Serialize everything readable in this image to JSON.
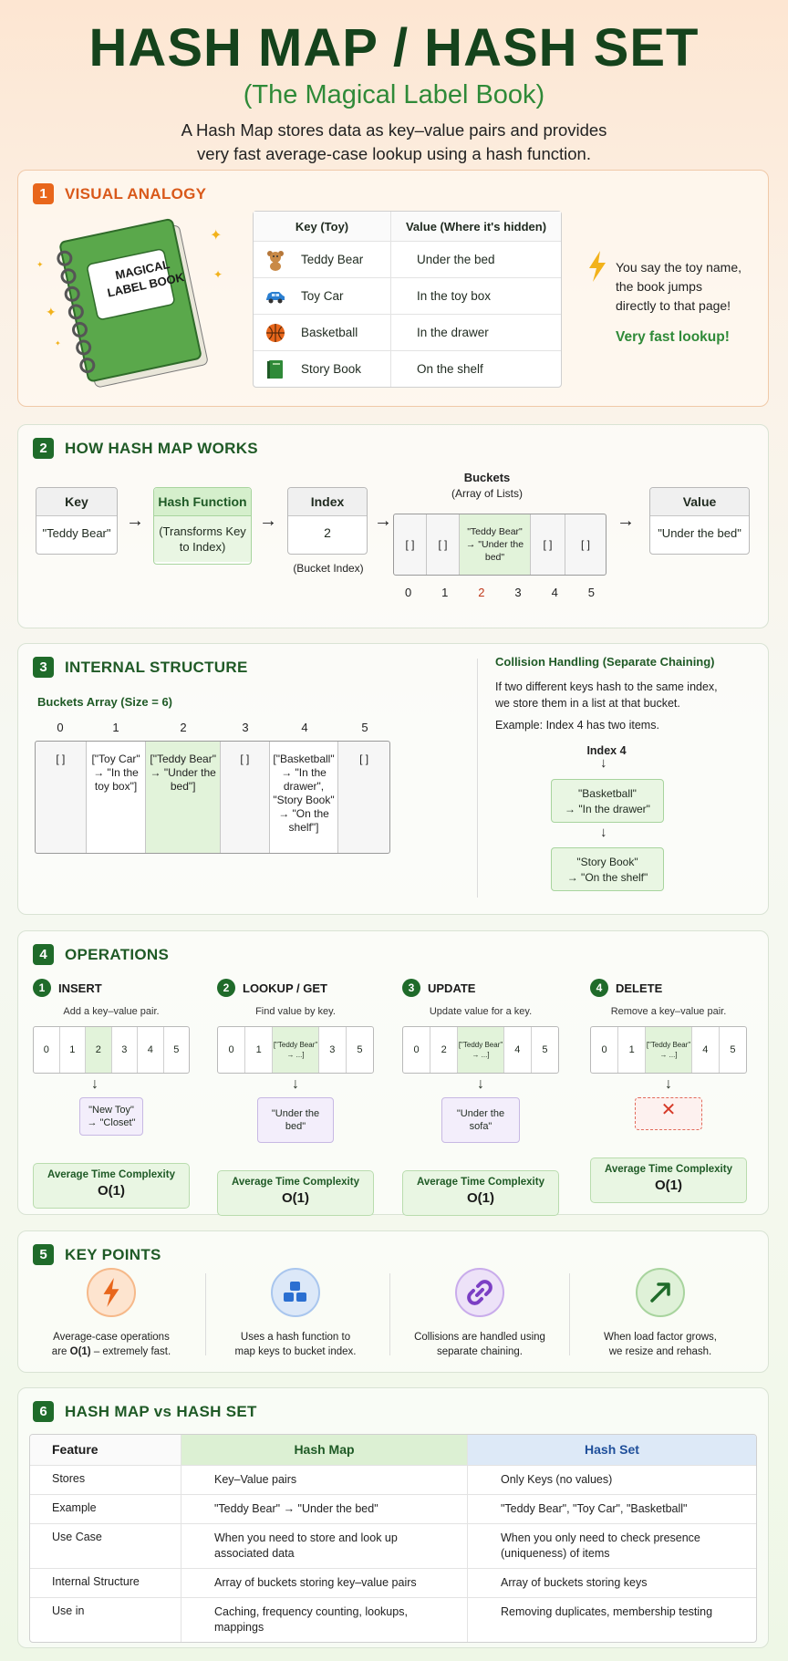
{
  "header": {
    "title": "HASH MAP / HASH SET",
    "subtitle": "(The Magical Label Book)",
    "intro_line1": "A Hash Map stores data as key–value pairs and provides",
    "intro_line2": "very fast average-case lookup using a hash function."
  },
  "s1": {
    "num": "1",
    "title": "VISUAL ANALOGY",
    "book_line1": "MAGICAL",
    "book_line2": "LABEL BOOK",
    "col_key": "Key (Toy)",
    "col_value": "Value (Where it's hidden)",
    "rows": [
      {
        "key": "Teddy Bear",
        "value": "Under the bed",
        "icon": "teddy-bear-icon"
      },
      {
        "key": "Toy Car",
        "value": "In the toy box",
        "icon": "toy-car-icon"
      },
      {
        "key": "Basketball",
        "value": "In the drawer",
        "icon": "basketball-icon"
      },
      {
        "key": "Story Book",
        "value": "On the shelf",
        "icon": "story-book-icon"
      }
    ],
    "note_line1": "You say the toy name,",
    "note_line2": "the book jumps",
    "note_line3": "directly to that page!",
    "highlight": "Very fast lookup!"
  },
  "s2": {
    "num": "2",
    "title": "HOW HASH MAP WORKS",
    "key_head": "Key",
    "key_val": "\"Teddy Bear\"",
    "hash_head": "Hash Function",
    "hash_body_1": "(Transforms Key",
    "hash_body_2": "to Index)",
    "index_head": "Index",
    "index_val": "2",
    "index_note": "(Bucket Index)",
    "buckets_title": "Buckets",
    "buckets_sub": "(Array of Lists)",
    "buckets": [
      "[ ]",
      "[ ]",
      "\"Teddy Bear\" → \"Under the bed\"",
      "[ ]",
      "[ ]"
    ],
    "indices": [
      "0",
      "1",
      "2",
      "3",
      "4",
      "5"
    ],
    "value_head": "Value",
    "value_val": "\"Under the bed\""
  },
  "s3": {
    "num": "3",
    "title": "INTERNAL STRUCTURE",
    "array_title": "Buckets Array (Size = 6)",
    "indices": [
      "0",
      "1",
      "2",
      "3",
      "4",
      "5"
    ],
    "cells": [
      "[ ]",
      "[\"Toy Car\" → \"In the toy box\"]",
      "[\"Teddy Bear\" → \"Under the bed\"]",
      "[ ]",
      "[\"Basketball\" → \"In the drawer\", \"Story Book\" → \"On the shelf\"]",
      "[ ]"
    ],
    "coll_title": "Collision Handling (Separate Chaining)",
    "coll_line1": "If two different keys hash to the same index,",
    "coll_line2": "we store them in a list at that bucket.",
    "coll_example": "Example: Index 4 has two items.",
    "chain_head": "Index 4",
    "chain_1a": "\"Basketball\"",
    "chain_1b": "→ \"In the drawer\"",
    "chain_2a": "\"Story Book\"",
    "chain_2b": "→ \"On the shelf\""
  },
  "s4": {
    "num": "4",
    "title": "OPERATIONS",
    "complexity_label": "Average Time Complexity",
    "complexity_value": "O(1)",
    "ops": [
      {
        "n": "1",
        "name": "INSERT",
        "desc": "Add a key–value pair.",
        "cells": [
          "0",
          "1",
          "2",
          "3",
          "4",
          "5"
        ],
        "result": "\"New Toy\" → \"Closet\""
      },
      {
        "n": "2",
        "name": "LOOKUP / GET",
        "desc": "Find value by key.",
        "cells": [
          "0",
          "1",
          "[\"Teddy Bear\" → ...]",
          "3",
          "5"
        ],
        "result": "\"Under the bed\""
      },
      {
        "n": "3",
        "name": "UPDATE",
        "desc": "Update value for a key.",
        "cells": [
          "0",
          "2",
          "[\"Teddy Bear\" → ...]",
          "4",
          "5"
        ],
        "result": "\"Under the sofa\""
      },
      {
        "n": "4",
        "name": "DELETE",
        "desc": "Remove a key–value pair.",
        "cells": [
          "0",
          "1",
          "[\"Teddy Bear\" → ...]",
          "4",
          "5"
        ],
        "result": "✕"
      }
    ]
  },
  "s5": {
    "num": "5",
    "title": "KEY POINTS",
    "points": [
      {
        "l1": "Average-case operations",
        "l2a": "are ",
        "l2b": "O(1)",
        "l2c": " – extremely fast.",
        "icon": "lightning-icon"
      },
      {
        "l1": "Uses a hash function to",
        "l2": "map keys to bucket index.",
        "icon": "cubes-icon"
      },
      {
        "l1": "Collisions are handled using",
        "l2": "separate chaining.",
        "icon": "link-icon"
      },
      {
        "l1": "When load factor grows,",
        "l2": "we resize and rehash.",
        "icon": "growth-arrow-icon"
      }
    ]
  },
  "s6": {
    "num": "6",
    "title": "HASH MAP vs HASH SET",
    "head": [
      "Feature",
      "Hash Map",
      "Hash Set"
    ],
    "rows": [
      [
        "Stores",
        "Key–Value pairs",
        "Only Keys (no values)"
      ],
      [
        "Example",
        "\"Teddy Bear\" → \"Under the bed\"",
        "\"Teddy Bear\", \"Toy Car\", \"Basketball\""
      ],
      [
        "Use Case",
        "When you need to store and look up associated data",
        "When you only need to check presence (uniqueness) of items"
      ],
      [
        "Internal Structure",
        "Array of buckets storing key–value pairs",
        "Array of buckets storing keys"
      ],
      [
        "Use in",
        "Caching, frequency counting, lookups, mappings",
        "Removing duplicates, membership testing"
      ]
    ]
  }
}
